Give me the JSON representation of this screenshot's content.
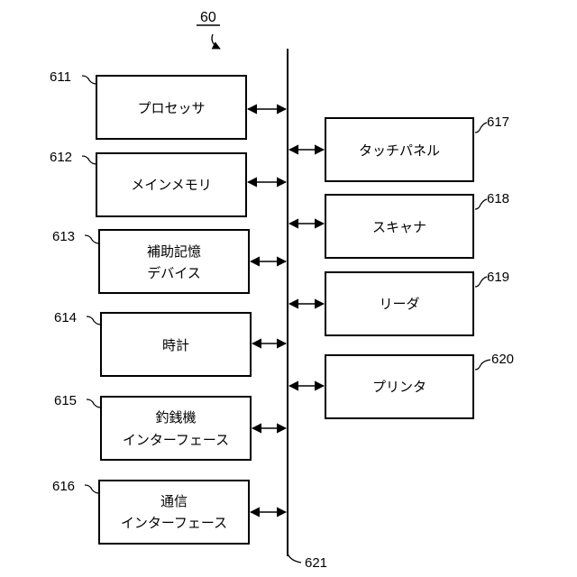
{
  "figure": {
    "label": "60",
    "bus_label": "621"
  },
  "components": [
    {
      "id": "611",
      "lines": [
        "プロセッサ"
      ]
    },
    {
      "id": "612",
      "lines": [
        "メインメモリ"
      ]
    },
    {
      "id": "613",
      "lines": [
        "補助記憶",
        "デバイス"
      ]
    },
    {
      "id": "614",
      "lines": [
        "時計"
      ]
    },
    {
      "id": "615",
      "lines": [
        "釣銭機",
        "インターフェース"
      ]
    },
    {
      "id": "616",
      "lines": [
        "通信",
        "インターフェース"
      ]
    },
    {
      "id": "617",
      "lines": [
        "タッチパネル"
      ]
    },
    {
      "id": "618",
      "lines": [
        "スキャナ"
      ]
    },
    {
      "id": "619",
      "lines": [
        "リーダ"
      ]
    },
    {
      "id": "620",
      "lines": [
        "プリンタ"
      ]
    }
  ]
}
